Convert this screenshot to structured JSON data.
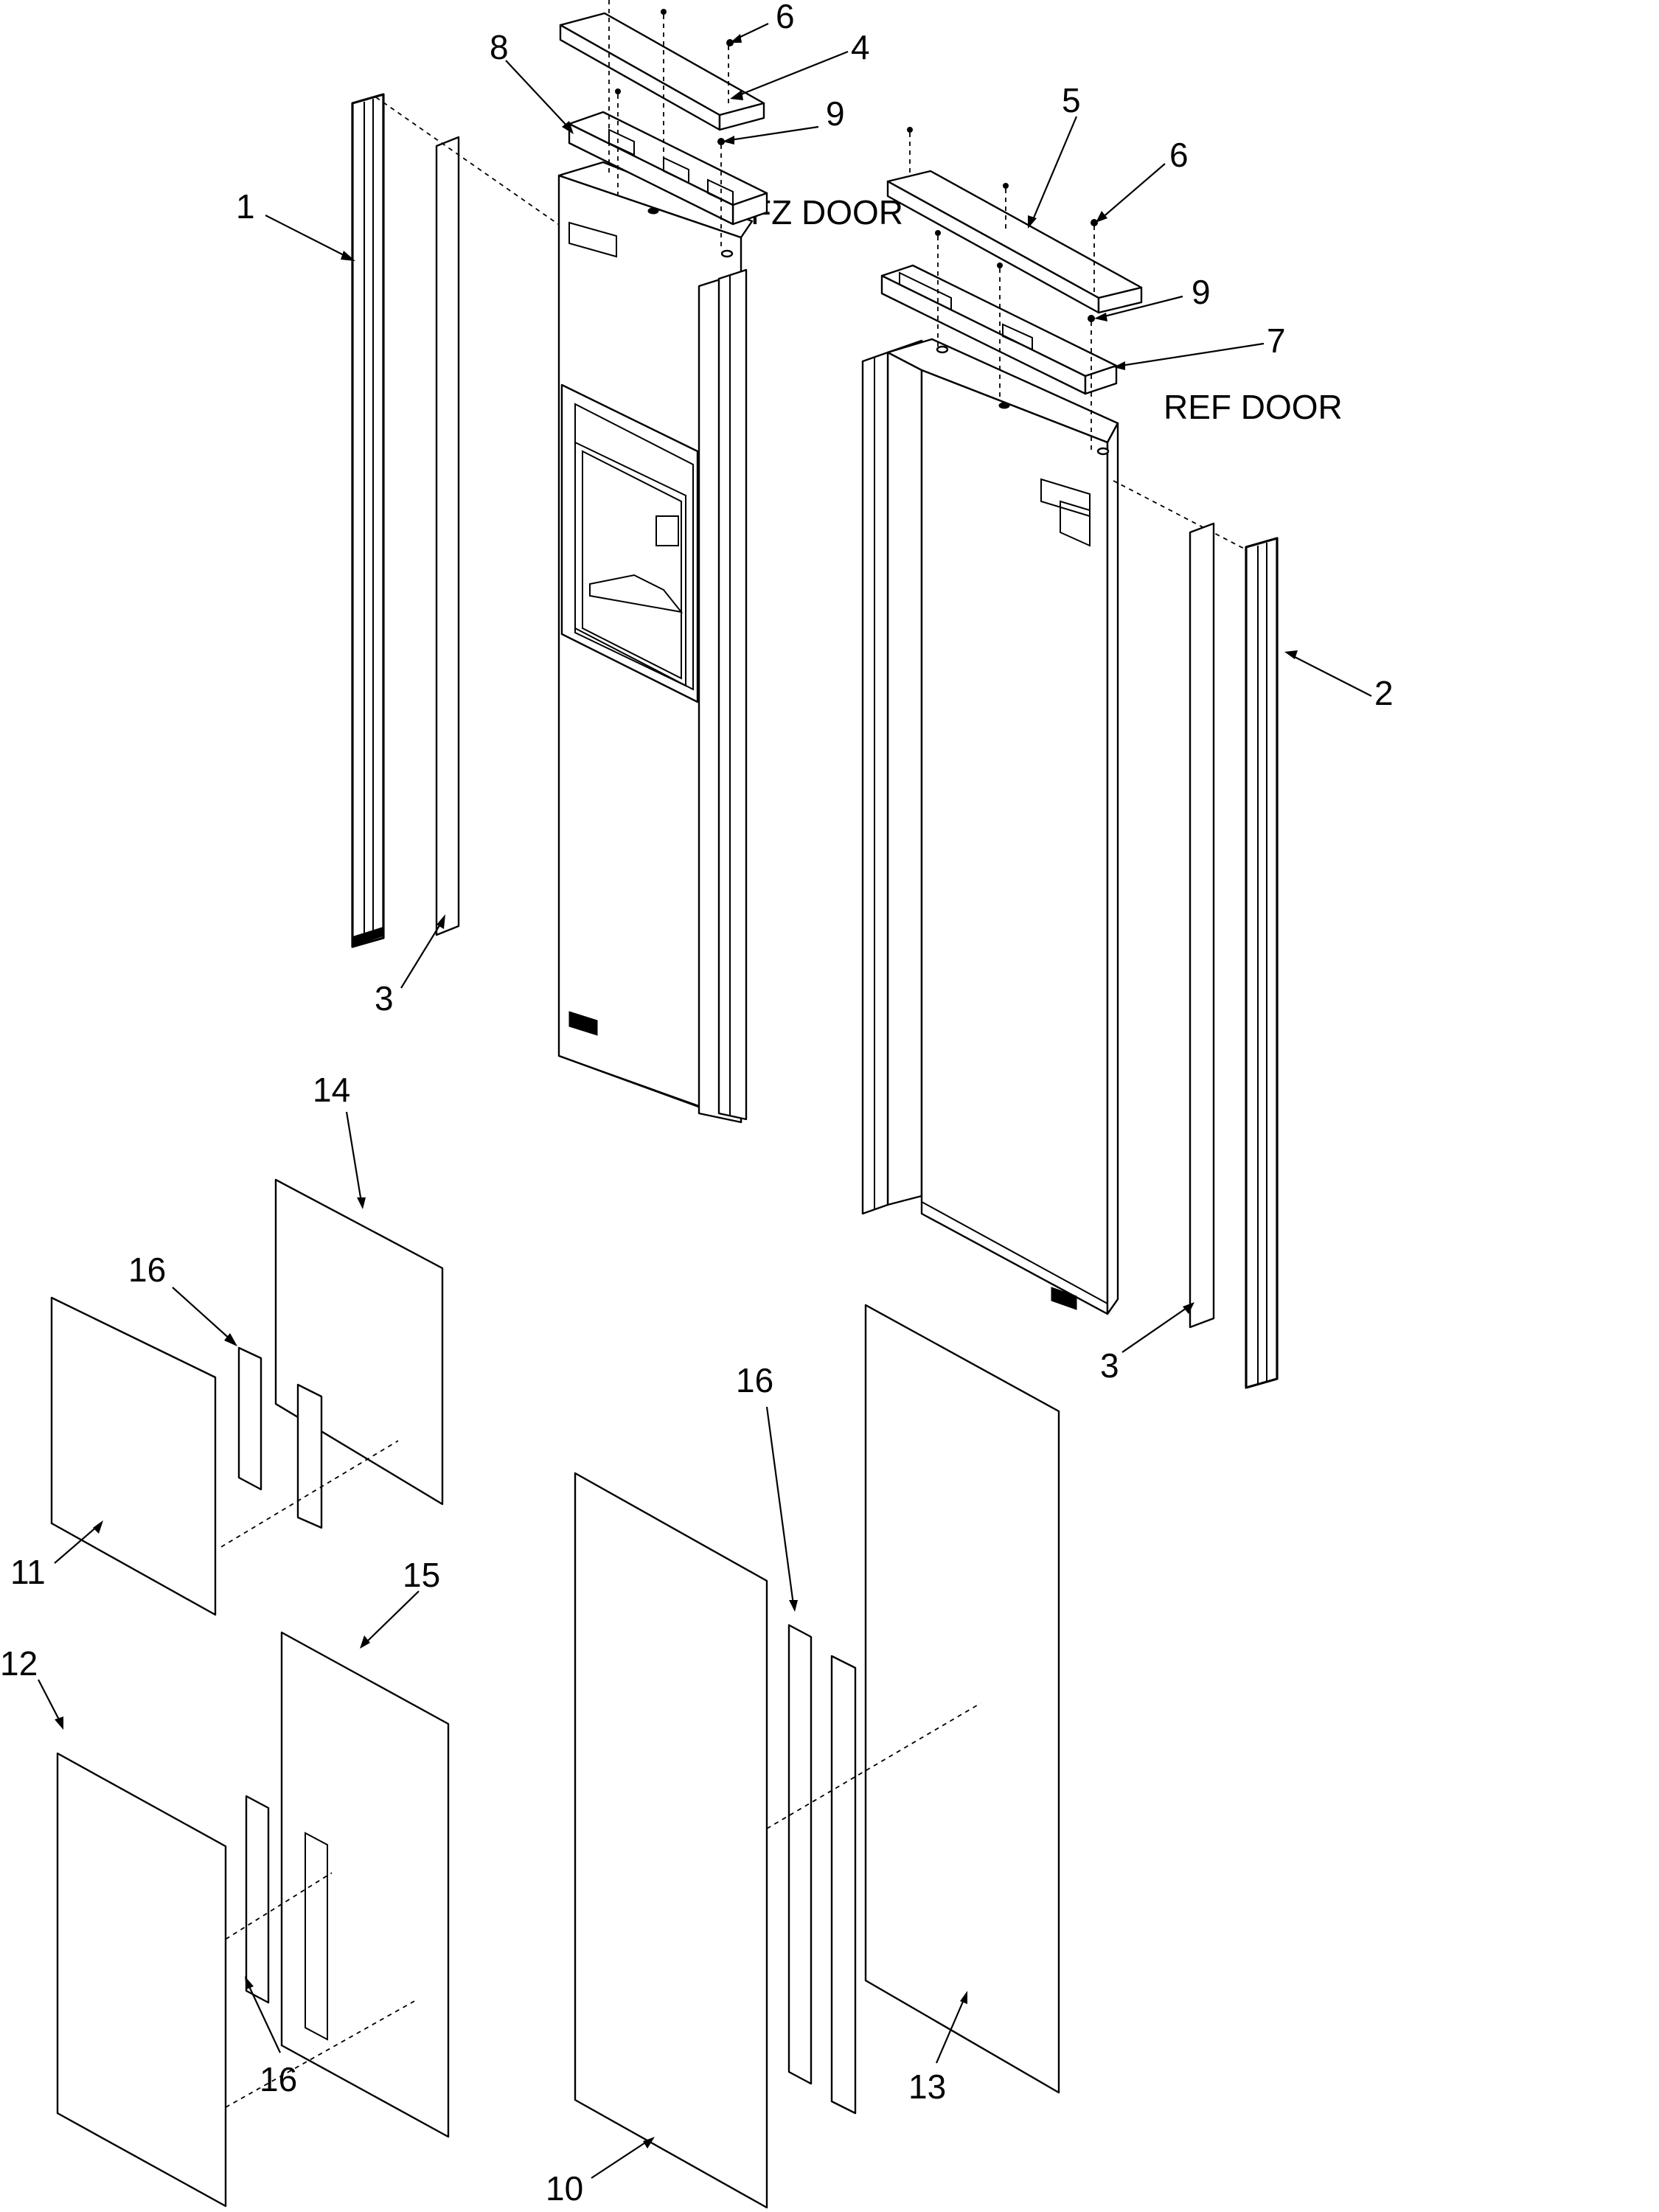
{
  "diagram": {
    "door_labels": {
      "fz_door": "FZ DOOR",
      "ref_door": "REF DOOR"
    },
    "callouts": {
      "c1": "1",
      "c2": "2",
      "c3a": "3",
      "c3b": "3",
      "c4": "4",
      "c5": "5",
      "c6a": "6",
      "c6b": "6",
      "c7": "7",
      "c8": "8",
      "c9a": "9",
      "c9b": "9",
      "c10": "10",
      "c11": "11",
      "c12": "12",
      "c13": "13",
      "c14": "14",
      "c15": "15",
      "c16a": "16",
      "c16b": "16",
      "c16c": "16"
    }
  }
}
